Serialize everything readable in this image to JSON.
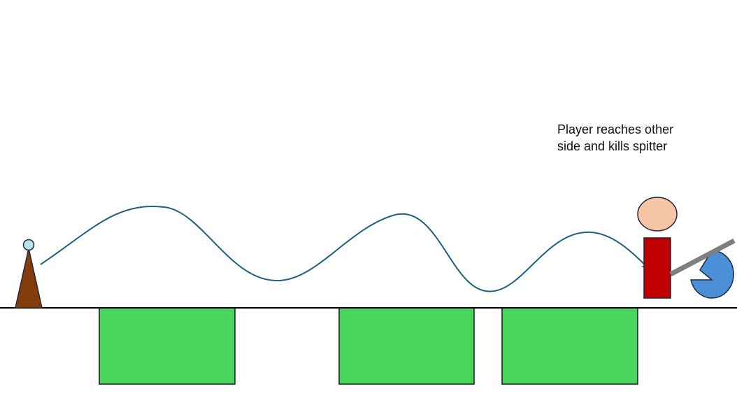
{
  "caption": {
    "line1": "Player reaches other",
    "line2": "side and kills spitter"
  },
  "colors": {
    "background": "#ffffff",
    "ground_line": "#000000",
    "pit": "#47d55b",
    "pit_border": "#1a1a1a",
    "spitter_body": "#843c0c",
    "spitter_head": "#b7e4f0",
    "trajectory": "#1f5f80",
    "player_head": "#f5c5a5",
    "player_body": "#c00000",
    "player_weapon": "#7f7f7f",
    "dead_spitter": "#4a8fd8",
    "outline": "#1f2937"
  },
  "elements": {
    "ground": "ground-line",
    "pits": [
      "pit-1",
      "pit-2",
      "pit-3"
    ],
    "spitter": "spitter-enemy",
    "trajectory": "player-jump-path",
    "player": "player-character",
    "weapon": "player-sword",
    "target": "killed-spitter"
  }
}
